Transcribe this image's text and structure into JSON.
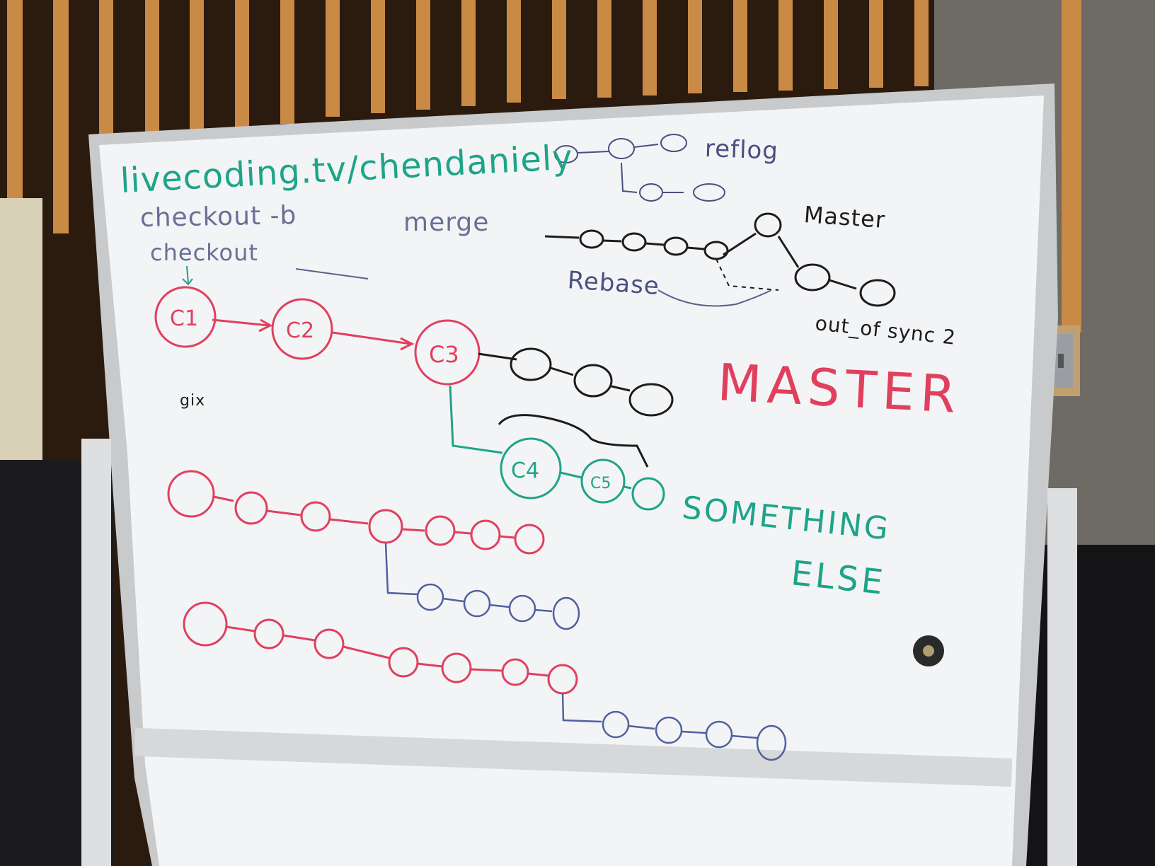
{
  "colors": {
    "red": "#e0405e",
    "black": "#1c1c1c",
    "teal": "#1ea488",
    "navy": "#3a4a8a",
    "slate": "#6a6f96"
  },
  "board": {
    "url_text": "livecoding.tv/chendaniely",
    "checkout_b": "checkout -b",
    "merge": "merge",
    "checkout": "checkout",
    "reflog": "reflog",
    "master_small": "Master",
    "rebase": "Rebase",
    "out_of_sync": "out_of sync 2",
    "gix": "gix",
    "master_big": "MASTER",
    "something": "SOMETHING",
    "else": "ELSE",
    "commits": {
      "c1": "C1",
      "c2": "C2",
      "c3": "C3",
      "c4": "C4",
      "c5": "C5"
    }
  }
}
